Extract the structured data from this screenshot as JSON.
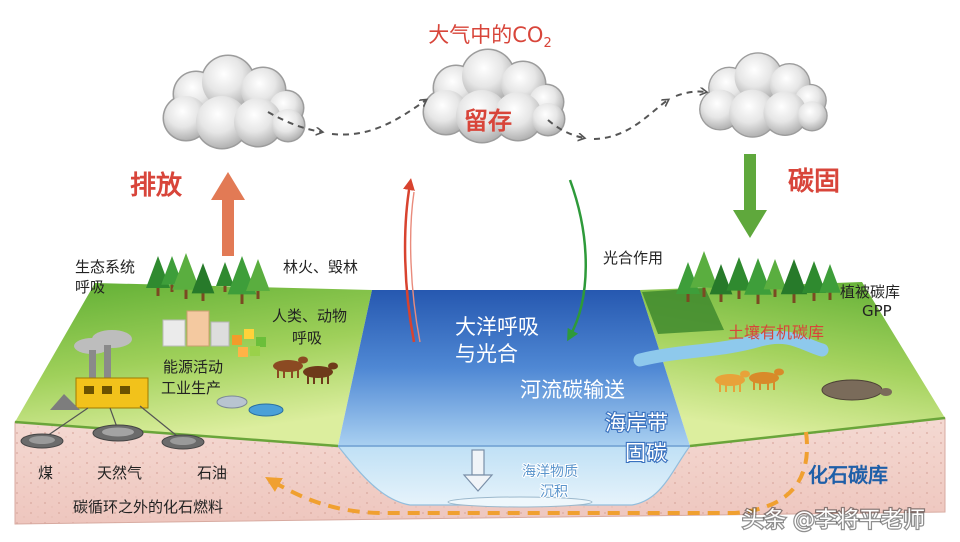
{
  "atmosphere": {
    "title_main": "大气中的CO",
    "title_sub": "2",
    "retention": "留存",
    "emission": "排放",
    "fixation": "碳固"
  },
  "land_left": {
    "ecosystem_respiration": [
      "生态系统",
      "呼吸"
    ],
    "fire_deforestation": "林火、毁林",
    "human_animal_respiration": [
      "人类、动物",
      "呼吸"
    ],
    "energy_industry": [
      "能源活动",
      "工业生产"
    ]
  },
  "fossil": {
    "coal": "煤",
    "natural_gas": "天然气",
    "oil": "石油",
    "outside_cycle": "碳循环之外的化石燃料",
    "reservoir": "化石碳库"
  },
  "ocean": {
    "respiration_photosynthesis": [
      "大洋呼吸",
      "与光合"
    ],
    "river_transport": "河流碳输送",
    "coastal_sequestration": [
      "海岸带",
      "固碳"
    ],
    "sediment": [
      "海洋物质",
      "沉积"
    ]
  },
  "land_right": {
    "photosynthesis": "光合作用",
    "vegetation_pool": "植被碳库",
    "gpp": "GPP",
    "soil_organic_pool": "土壤有机碳库"
  },
  "watermark": "头条 @李将平老师",
  "colors": {
    "label_red": "#d8453a",
    "label_green": "#2f9a3a",
    "label_blue": "#1f5fa8",
    "emission_arrow": "#e27a55",
    "fixation_arrow": "#5fa83c",
    "fossil_flow": "#f0a030"
  }
}
